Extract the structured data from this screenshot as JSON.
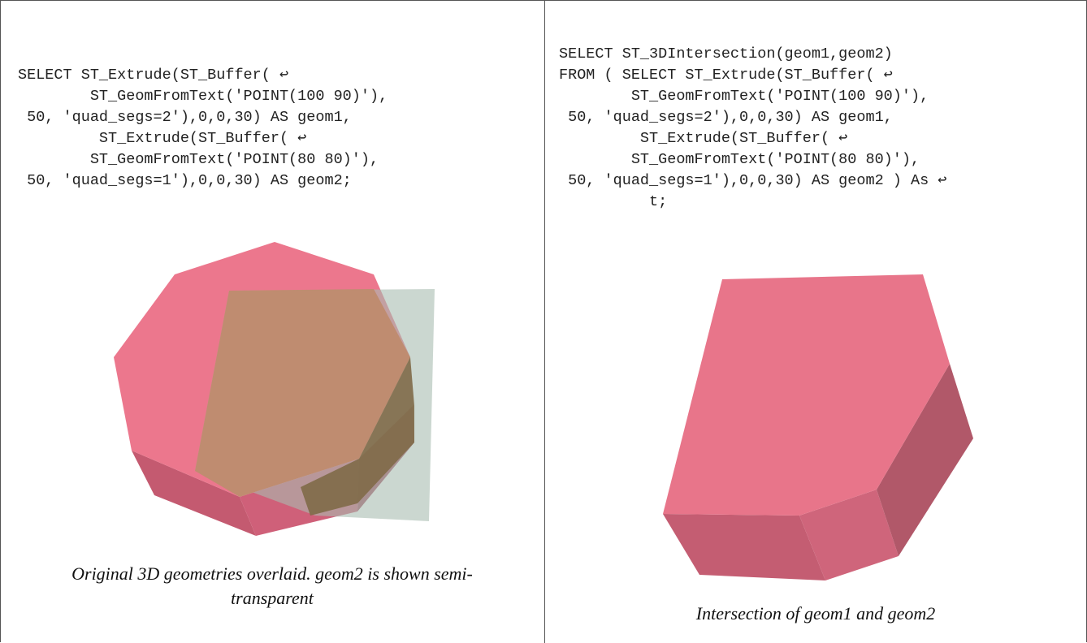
{
  "left": {
    "code": "SELECT ST_Extrude(ST_Buffer( ↩\n        ST_GeomFromText('POINT(100 90)'),\n 50, 'quad_segs=2'),0,0,30) AS geom1,\n         ST_Extrude(ST_Buffer( ↩\n        ST_GeomFromText('POINT(80 80)'),\n 50, 'quad_segs=1'),0,0,30) AS geom2;",
    "caption": "Original 3D geometries overlaid. geom2 is shown semi-transparent"
  },
  "right": {
    "code": "SELECT ST_3DIntersection(geom1,geom2)\nFROM ( SELECT ST_Extrude(ST_Buffer( ↩\n        ST_GeomFromText('POINT(100 90)'),\n 50, 'quad_segs=2'),0,0,30) AS geom1,\n         ST_Extrude(ST_Buffer( ↩\n        ST_GeomFromText('POINT(80 80)'),\n 50, 'quad_segs=1'),0,0,30) AS geom2 ) As ↩\n          t;",
    "caption": "Intersection of geom1 and geom2"
  },
  "colors": {
    "geom1_top": "#ec778d",
    "geom1_side": "#c45a70",
    "geom2_fill": "#b8c8bc",
    "overlap": "#bf8c70",
    "intersection_top": "#e8758a",
    "intersection_side": "#b95a6c"
  }
}
